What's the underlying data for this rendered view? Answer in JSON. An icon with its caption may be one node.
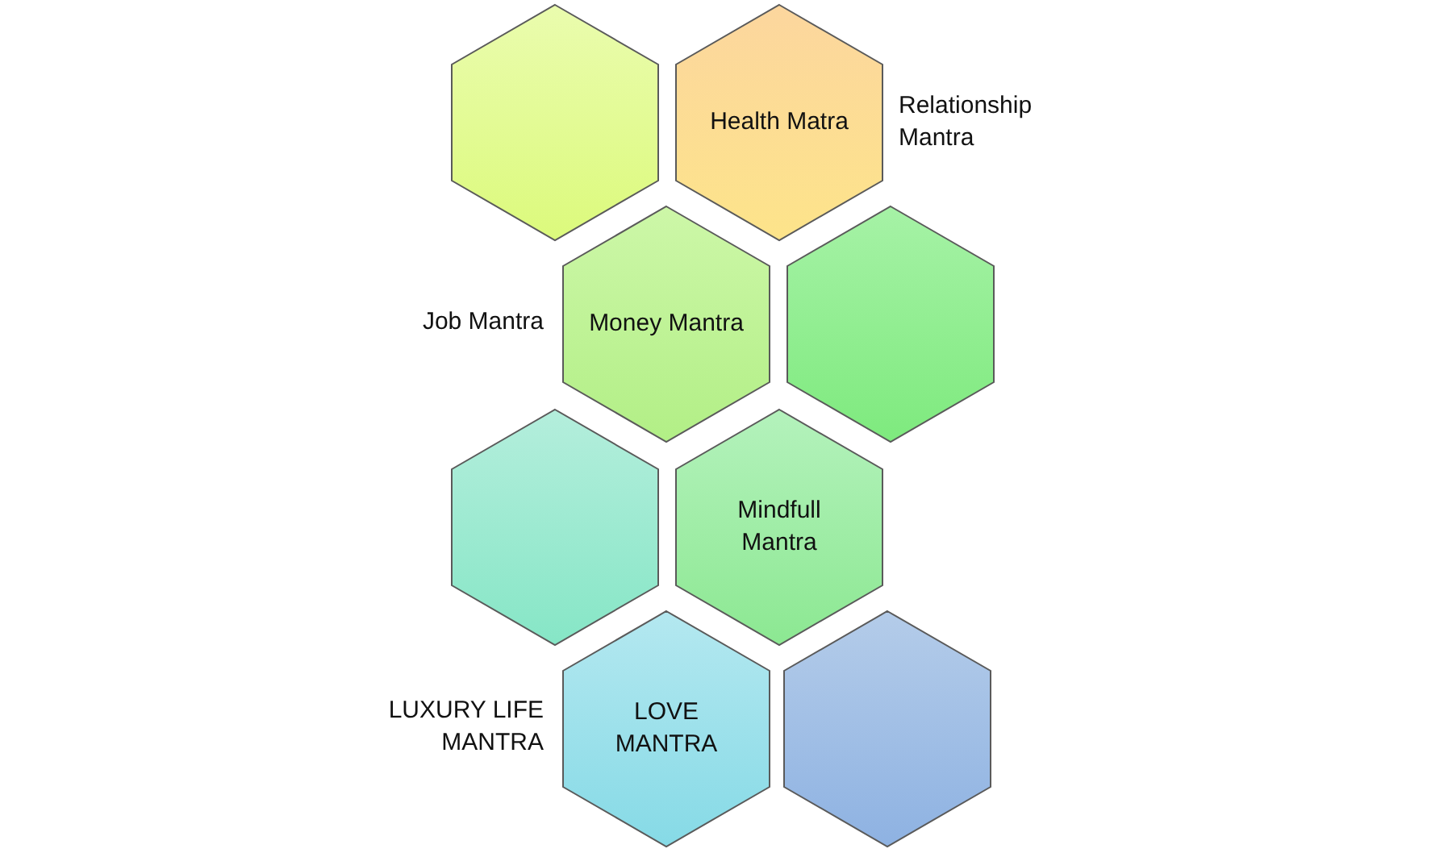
{
  "diagram": {
    "nodes": [
      {
        "text": [],
        "shape": "hexagon"
      },
      {
        "text": [
          "Health Matra"
        ],
        "beside": [
          "Relationship Mantra"
        ]
      },
      {
        "text": [
          "Money Mantra"
        ],
        "beside": [
          "Job Mantra"
        ]
      },
      {
        "text": [],
        "shape": "hexagon"
      },
      {
        "text": [],
        "shape": "hexagon"
      },
      {
        "text": [
          "Mindfull Mantra"
        ]
      },
      {
        "text": [
          "LOVE MANTRA"
        ],
        "beside": [
          "LUXURY LIFE MANTRA"
        ]
      },
      {
        "text": [],
        "shape": "hexagon"
      }
    ]
  }
}
